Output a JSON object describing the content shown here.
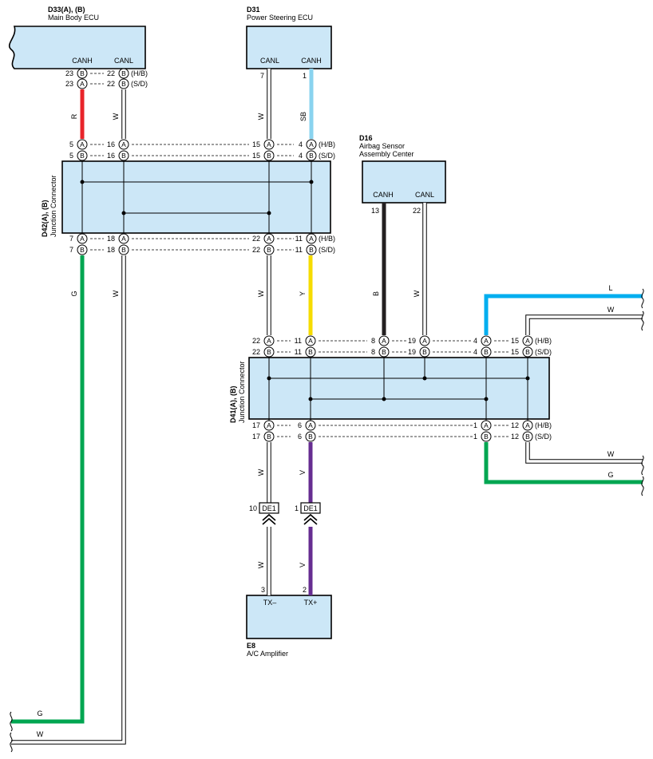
{
  "colors": {
    "box_fill": "#cce7f7",
    "R": "#e8242a",
    "SB": "#8ad3ef",
    "Y": "#f6dc00",
    "B": "#231f20",
    "G": "#00a651",
    "L": "#00aeef",
    "V": "#662d91",
    "W": "#ffffff"
  },
  "components": {
    "d33": {
      "id": "D33(A), (B)",
      "name": "Main Body ECU",
      "pin_canh": "CANH",
      "pin_canl": "CANL"
    },
    "d31": {
      "id": "D31",
      "name": "Power Steering ECU",
      "pin_canl": "CANL",
      "pin_canh": "CANH",
      "num_canl": "7",
      "num_canh": "1"
    },
    "d16": {
      "id": "D16",
      "name1": "Airbag Sensor",
      "name2": "Assembly Center",
      "pin_canh": "CANH",
      "pin_canl": "CANL",
      "num_canh": "13",
      "num_canl": "22"
    },
    "d42": {
      "id": "D42(A), (B)",
      "name": "Junction Connector"
    },
    "d41": {
      "id": "D41(A), (B)",
      "name": "Junction Connector"
    },
    "e8": {
      "id": "E8",
      "name": "A/C Amplifier",
      "pin_txm": "TX–",
      "pin_txp": "TX+",
      "num_txm": "3",
      "num_txp": "2"
    }
  },
  "letters": {
    "a": "A",
    "b": "B"
  },
  "suffix": {
    "hb": "(H/B)",
    "sd": "(S/D)"
  },
  "d33_pins": {
    "canh_b": "23",
    "canh_a": "23",
    "canl_b": "22",
    "canl_a": "22"
  },
  "d42_top": {
    "c1": "5",
    "c2": "16",
    "c3": "15",
    "c4": "4",
    "c1b": "5",
    "c2b": "16",
    "c3b": "15",
    "c4b": "4"
  },
  "d42_bot": {
    "c1": "7",
    "c2": "18",
    "c3": "22",
    "c4": "11",
    "c1b": "7",
    "c2b": "18",
    "c3b": "22",
    "c4b": "11"
  },
  "d41_top": {
    "c1": "22",
    "c2": "11",
    "c3": "8",
    "c4": "19",
    "c5": "4",
    "c6": "15",
    "c1b": "22",
    "c2b": "11",
    "c3b": "8",
    "c4b": "19",
    "c5b": "4",
    "c6b": "15"
  },
  "d41_bot": {
    "c1": "17",
    "c2": "6",
    "c5": "1",
    "c6": "12",
    "c1b": "17",
    "c2b": "6",
    "c5b": "1",
    "c6b": "12"
  },
  "de1": {
    "label": "DE1",
    "num_left": "10",
    "num_right": "1"
  },
  "wires": {
    "r": "R",
    "w": "W",
    "sb": "SB",
    "g": "G",
    "y": "Y",
    "b": "B",
    "l": "L",
    "v": "V"
  }
}
